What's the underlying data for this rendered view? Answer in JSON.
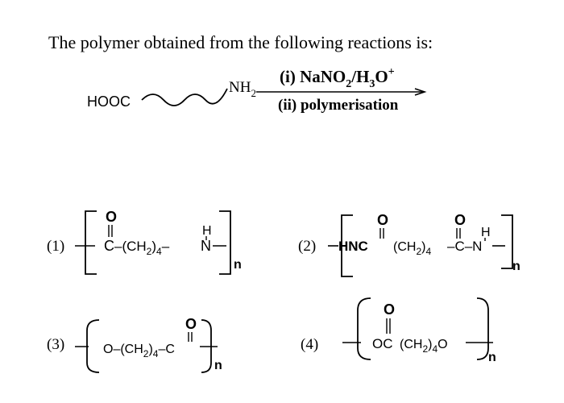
{
  "question": {
    "text": "The polymer obtained from the following reactions is:"
  },
  "reaction": {
    "reactant_left": "HOOC",
    "reactant_right_main": "NH",
    "reactant_right_sub": "2",
    "reagent_1": {
      "prefix": "(i) NaNO",
      "sub1": "2",
      "mid": "/H",
      "sub2": "3",
      "suffix": "O",
      "sup": "+"
    },
    "reagent_2": "(ii) polymerisation"
  },
  "options": [
    {
      "label": "(1)",
      "carbonyl_o": "O",
      "carbon": "C",
      "chain_prefix": "–(CH",
      "chain_sub1": "2",
      "chain_paren": ")",
      "chain_sub2": "4",
      "dash": "–",
      "nitrogen": "N",
      "hydrogen": "H",
      "repeat": "n"
    },
    {
      "label": "(2)",
      "group_left": "HNC",
      "carbonyl_o_left": "O",
      "chain_prefix": "(CH",
      "chain_sub1": "2",
      "chain_paren": ")",
      "chain_sub2": "4",
      "group_right": "–C–N",
      "carbonyl_o_right": "O",
      "hydrogen": "H",
      "repeat": "n"
    },
    {
      "label": "(3)",
      "group_left": "O–(CH",
      "chain_sub1": "2",
      "chain_paren": ")",
      "chain_sub2": "4",
      "group_right": "–C",
      "carbonyl_o": "O",
      "repeat": "n"
    },
    {
      "label": "(4)",
      "group_left": "OC",
      "carbonyl_o": "O",
      "chain_prefix": "(CH",
      "chain_sub1": "2",
      "chain_paren": ")",
      "chain_sub2": "4",
      "group_right": "O",
      "repeat": "n"
    }
  ]
}
